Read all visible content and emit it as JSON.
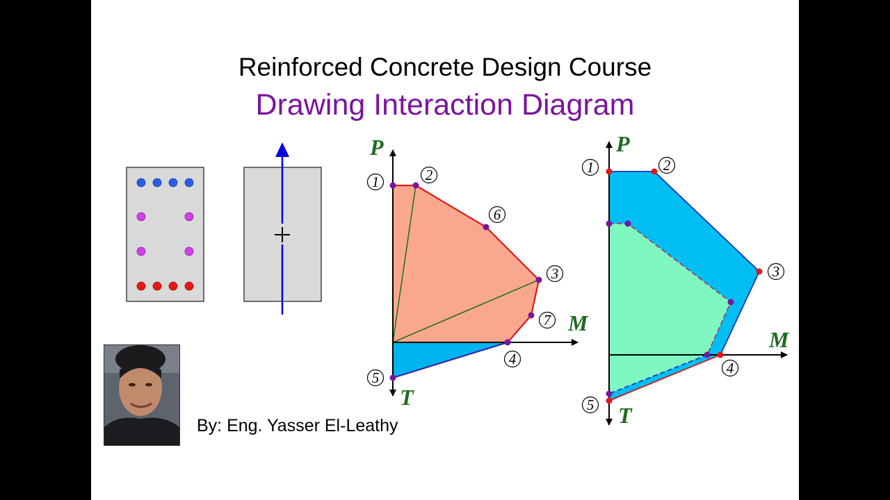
{
  "title": "Reinforced Concrete Design Course",
  "subtitle": "Drawing Interaction Diagram",
  "author": "By: Eng. Yasser El-Leathy",
  "colors": {
    "subtitle": "#7b139f",
    "section_fill": "#d9d9d9",
    "bar_top": "#2b5fe3",
    "bar_side": "#d040e8",
    "bar_bottom": "#e81818",
    "load_arrow": "#0000e0",
    "axis_label": "#1f6a1f",
    "diagram1_upper": "#f9a88e",
    "diagram1_lower": "#00b4f0",
    "diagram1_outline": "#e01818",
    "diagram1_rays": "#1f6a1f",
    "diagram2_outer": "#00bdf2",
    "diagram2_inner": "#7ef8c0",
    "diagram2_outline_upper": "#1030c8",
    "diagram2_outline_lower": "#d01818",
    "point_purple": "#7b139f",
    "point_red": "#e01818"
  },
  "diagram1": {
    "axis_p": "P",
    "axis_m": "M",
    "axis_t": "T",
    "points": [
      "1",
      "2",
      "6",
      "3",
      "7",
      "4",
      "5"
    ]
  },
  "diagram2": {
    "axis_p": "P",
    "axis_m": "M",
    "axis_t": "T",
    "points": [
      "1",
      "2",
      "3",
      "4",
      "5"
    ]
  },
  "photo_icon": "presenter-photo"
}
